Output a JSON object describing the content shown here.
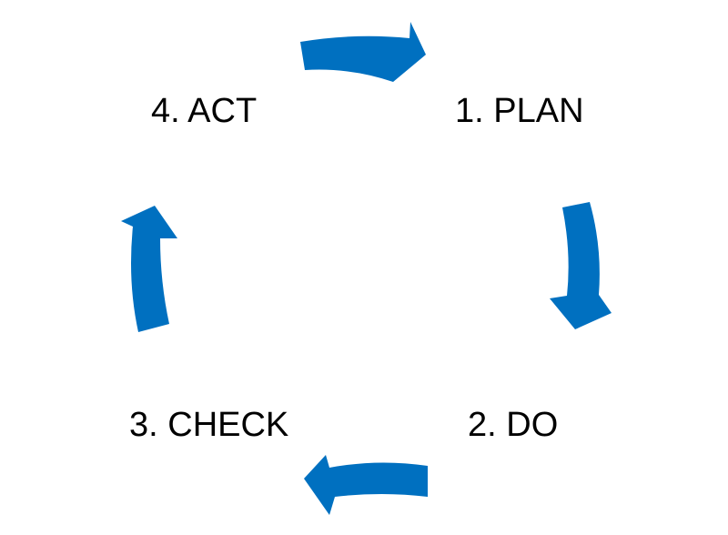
{
  "diagram": {
    "type": "cycle",
    "steps": [
      {
        "id": "plan",
        "label": "1. PLAN"
      },
      {
        "id": "do",
        "label": "2. DO"
      },
      {
        "id": "check",
        "label": "3. CHECK"
      },
      {
        "id": "act",
        "label": "4. ACT"
      }
    ],
    "arrows": [
      {
        "from": "act",
        "to": "plan",
        "direction": "right"
      },
      {
        "from": "plan",
        "to": "do",
        "direction": "down"
      },
      {
        "from": "do",
        "to": "check",
        "direction": "left"
      },
      {
        "from": "check",
        "to": "act",
        "direction": "up"
      }
    ],
    "colors": {
      "arrow": "#0070C0",
      "text": "#000000",
      "background": "#FFFFFF"
    }
  }
}
